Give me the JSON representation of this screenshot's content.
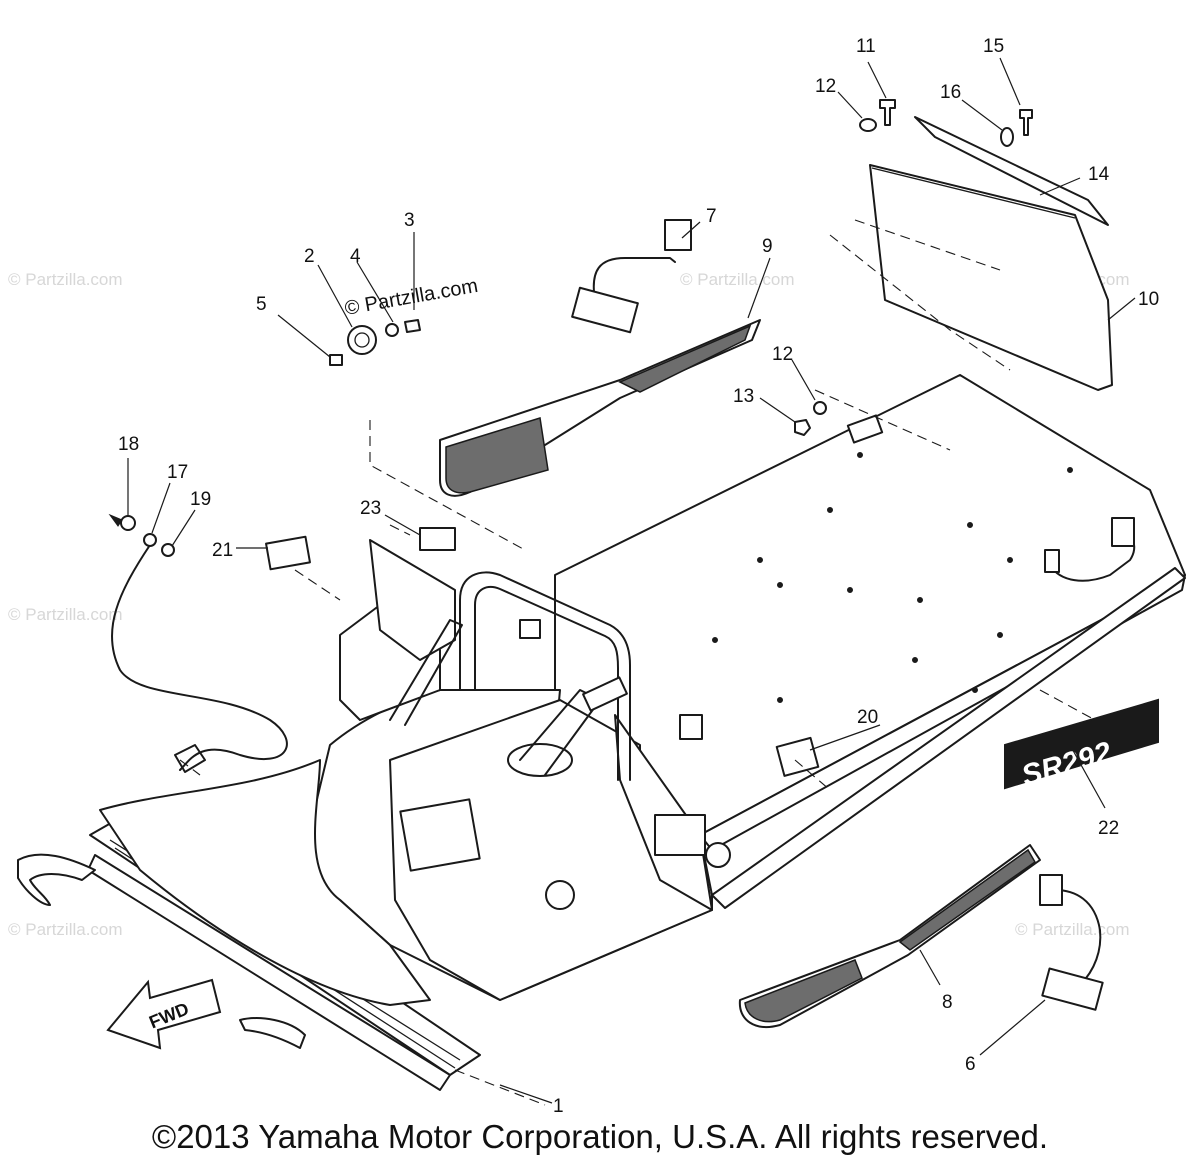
{
  "watermark": {
    "main": "© Partzilla.com",
    "repeat": "© Partzilla.com"
  },
  "callouts": [
    "1",
    "2",
    "3",
    "4",
    "5",
    "6",
    "7",
    "8",
    "9",
    "10",
    "11",
    "12",
    "12",
    "13",
    "14",
    "15",
    "16",
    "17",
    "18",
    "19",
    "20",
    "21",
    "22",
    "23"
  ],
  "decal_text": "SR292",
  "fwd_label": "FWD",
  "copyright": "©2013 Yamaha Motor Corporation, U.S.A. All rights reserved."
}
